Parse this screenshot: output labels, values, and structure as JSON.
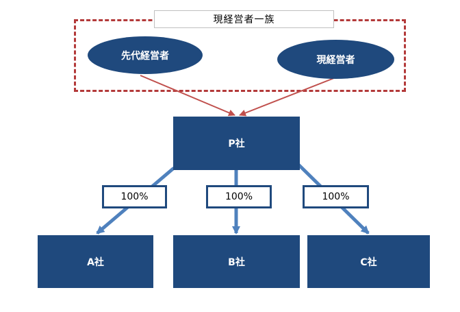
{
  "family_group": {
    "title": "現経営者一族",
    "previous_manager": "先代経営者",
    "current_manager": "現経営者"
  },
  "companies": {
    "parent": "P社",
    "a": "A社",
    "b": "B社",
    "c": "C社"
  },
  "ownership": {
    "a": "100%",
    "b": "100%",
    "c": "100%"
  },
  "colors": {
    "node_fill": "#1f497d",
    "family_arrow": "#c0504d",
    "ownership_arrow": "#4f81bd",
    "group_border": "#b33a3a"
  }
}
